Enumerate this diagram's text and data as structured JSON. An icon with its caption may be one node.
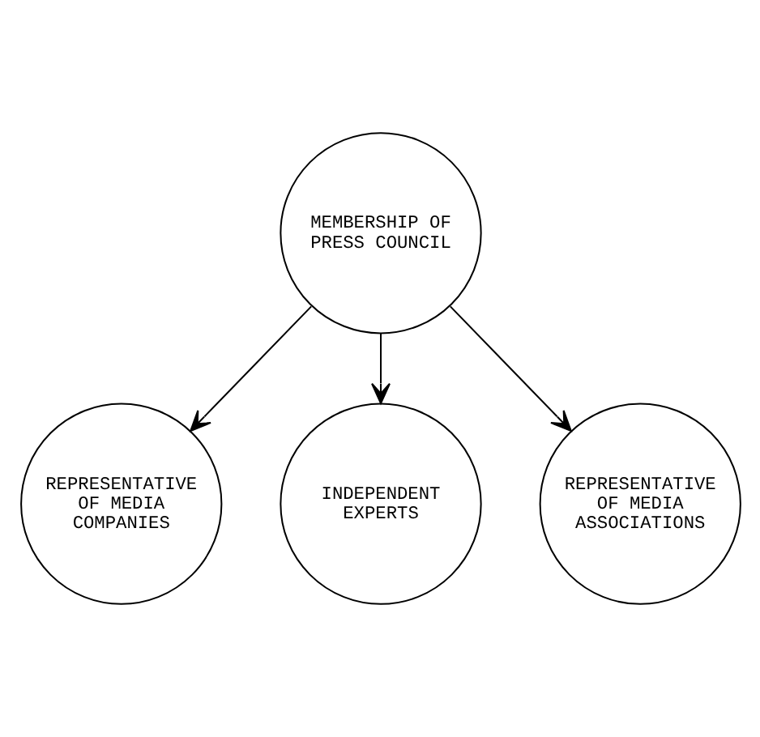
{
  "diagram": {
    "nodes": [
      {
        "text": [
          "MEMBERSHIP OF PRESS COUNCIL"
        ]
      },
      {
        "text": [
          "REPRESENTATIVE OF MEDIA COMPANIES"
        ]
      },
      {
        "text": [
          "INDEPENDENT EXPERTS"
        ]
      },
      {
        "text": [
          "REPRESENTATIVE OF MEDIA ASSOCIATIONS"
        ]
      }
    ],
    "edges": [
      {
        "from": 0,
        "to": 1,
        "arrow": "to"
      },
      {
        "from": 0,
        "to": 2,
        "arrow": "to"
      },
      {
        "from": 0,
        "to": 3,
        "arrow": "to"
      }
    ]
  }
}
